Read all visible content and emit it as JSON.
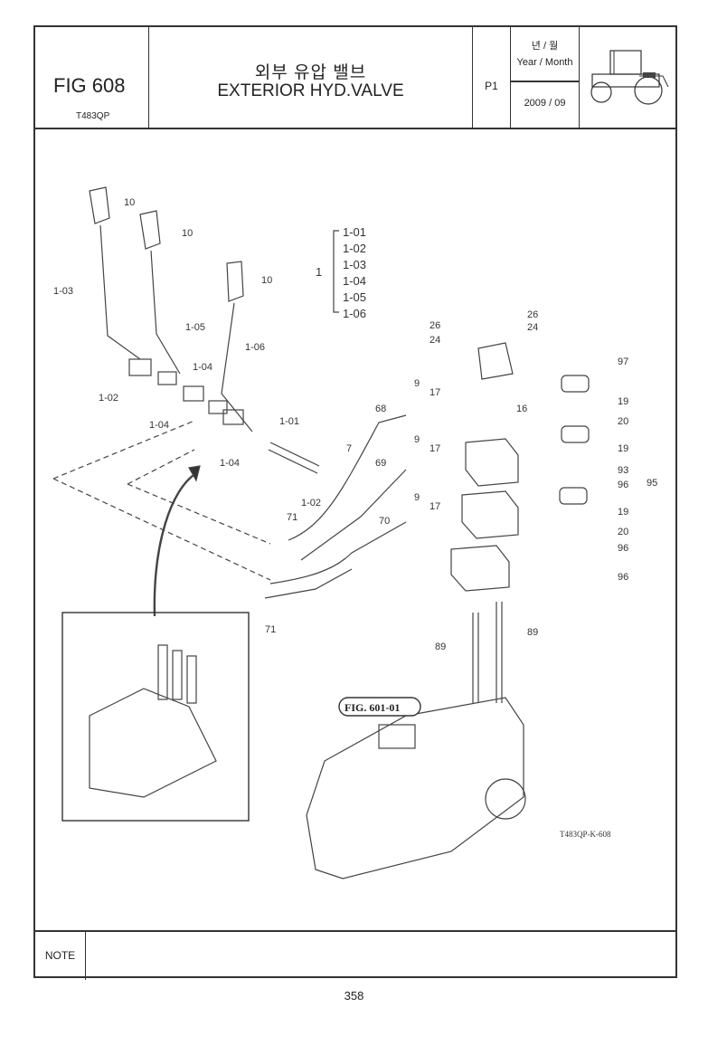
{
  "header": {
    "fig_label": "FIG 608",
    "model": "T483QP",
    "title_ko": "외부 유압 밸브",
    "title_en": "EXTERIOR HYD.VALVE",
    "page": "P1",
    "year_month_ko": "년 / 월",
    "year_month_en": "Year / Month",
    "year_month_value": "2009 / 09",
    "thumbnail_icon": "tractor-icon"
  },
  "drawing": {
    "part_labels": [
      "10",
      "10",
      "10",
      "1-03",
      "1-05",
      "1-06",
      "1-04",
      "1-02",
      "1-04",
      "1-04",
      "1-01",
      "7",
      "1-02",
      "71",
      "69",
      "68",
      "70",
      "71",
      "9",
      "17",
      "9",
      "17",
      "9",
      "17",
      "26",
      "24",
      "26",
      "24",
      "97",
      "16",
      "19",
      "20",
      "19",
      "93",
      "96",
      "95",
      "19",
      "20",
      "96",
      "96",
      "89",
      "89"
    ],
    "group": {
      "number": "1",
      "items": [
        "1-01",
        "1-02",
        "1-03",
        "1-04",
        "1-05",
        "1-06"
      ]
    },
    "ref_label": "FIG. 601-01",
    "drawing_code": "T483QP-K-608"
  },
  "note": {
    "label": "NOTE",
    "text": ""
  },
  "footer": {
    "page_number": "358"
  }
}
